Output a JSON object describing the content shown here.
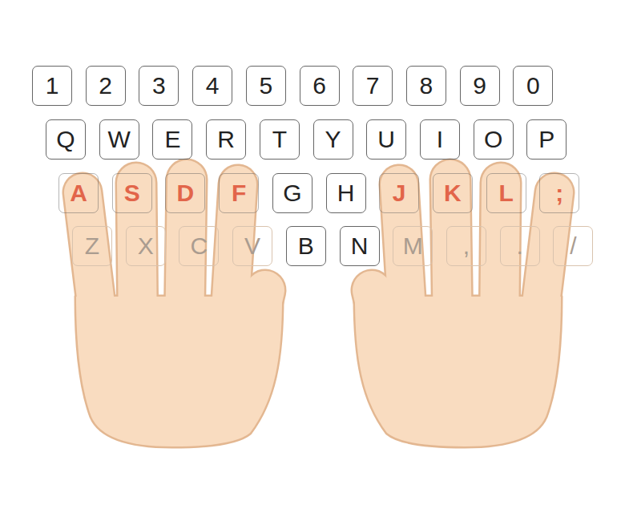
{
  "diagram": {
    "nodes": [
      {
        "text": [
          "1"
        ]
      },
      {
        "text": [
          "2"
        ]
      },
      {
        "text": [
          "3"
        ]
      },
      {
        "text": [
          "4"
        ]
      },
      {
        "text": [
          "5"
        ]
      },
      {
        "text": [
          "6"
        ]
      },
      {
        "text": [
          "7"
        ]
      },
      {
        "text": [
          "8"
        ]
      },
      {
        "text": [
          "9"
        ]
      },
      {
        "text": [
          "0"
        ]
      },
      {
        "text": [
          "Q"
        ]
      },
      {
        "text": [
          "W"
        ]
      },
      {
        "text": [
          "E"
        ]
      },
      {
        "text": [
          "R"
        ]
      },
      {
        "text": [
          "T"
        ]
      },
      {
        "text": [
          "Y"
        ]
      },
      {
        "text": [
          "U"
        ]
      },
      {
        "text": [
          "I"
        ]
      },
      {
        "text": [
          "O"
        ]
      },
      {
        "text": [
          "P"
        ]
      },
      {
        "text": [
          "A"
        ]
      },
      {
        "text": [
          "S"
        ]
      },
      {
        "text": [
          "D"
        ]
      },
      {
        "text": [
          "F"
        ]
      },
      {
        "text": [
          "G"
        ]
      },
      {
        "text": [
          "H"
        ]
      },
      {
        "text": [
          "J"
        ]
      },
      {
        "text": [
          "K"
        ]
      },
      {
        "text": [
          "L"
        ]
      },
      {
        "text": [
          ";"
        ]
      },
      {
        "text": [
          "Z"
        ]
      },
      {
        "text": [
          "X"
        ]
      },
      {
        "text": [
          "C"
        ]
      },
      {
        "text": [
          "V"
        ]
      },
      {
        "text": [
          "B"
        ]
      },
      {
        "text": [
          "N"
        ]
      },
      {
        "text": [
          "M"
        ]
      },
      {
        "text": [
          ","
        ]
      },
      {
        "text": [
          "."
        ]
      },
      {
        "text": [
          "/"
        ]
      }
    ]
  }
}
